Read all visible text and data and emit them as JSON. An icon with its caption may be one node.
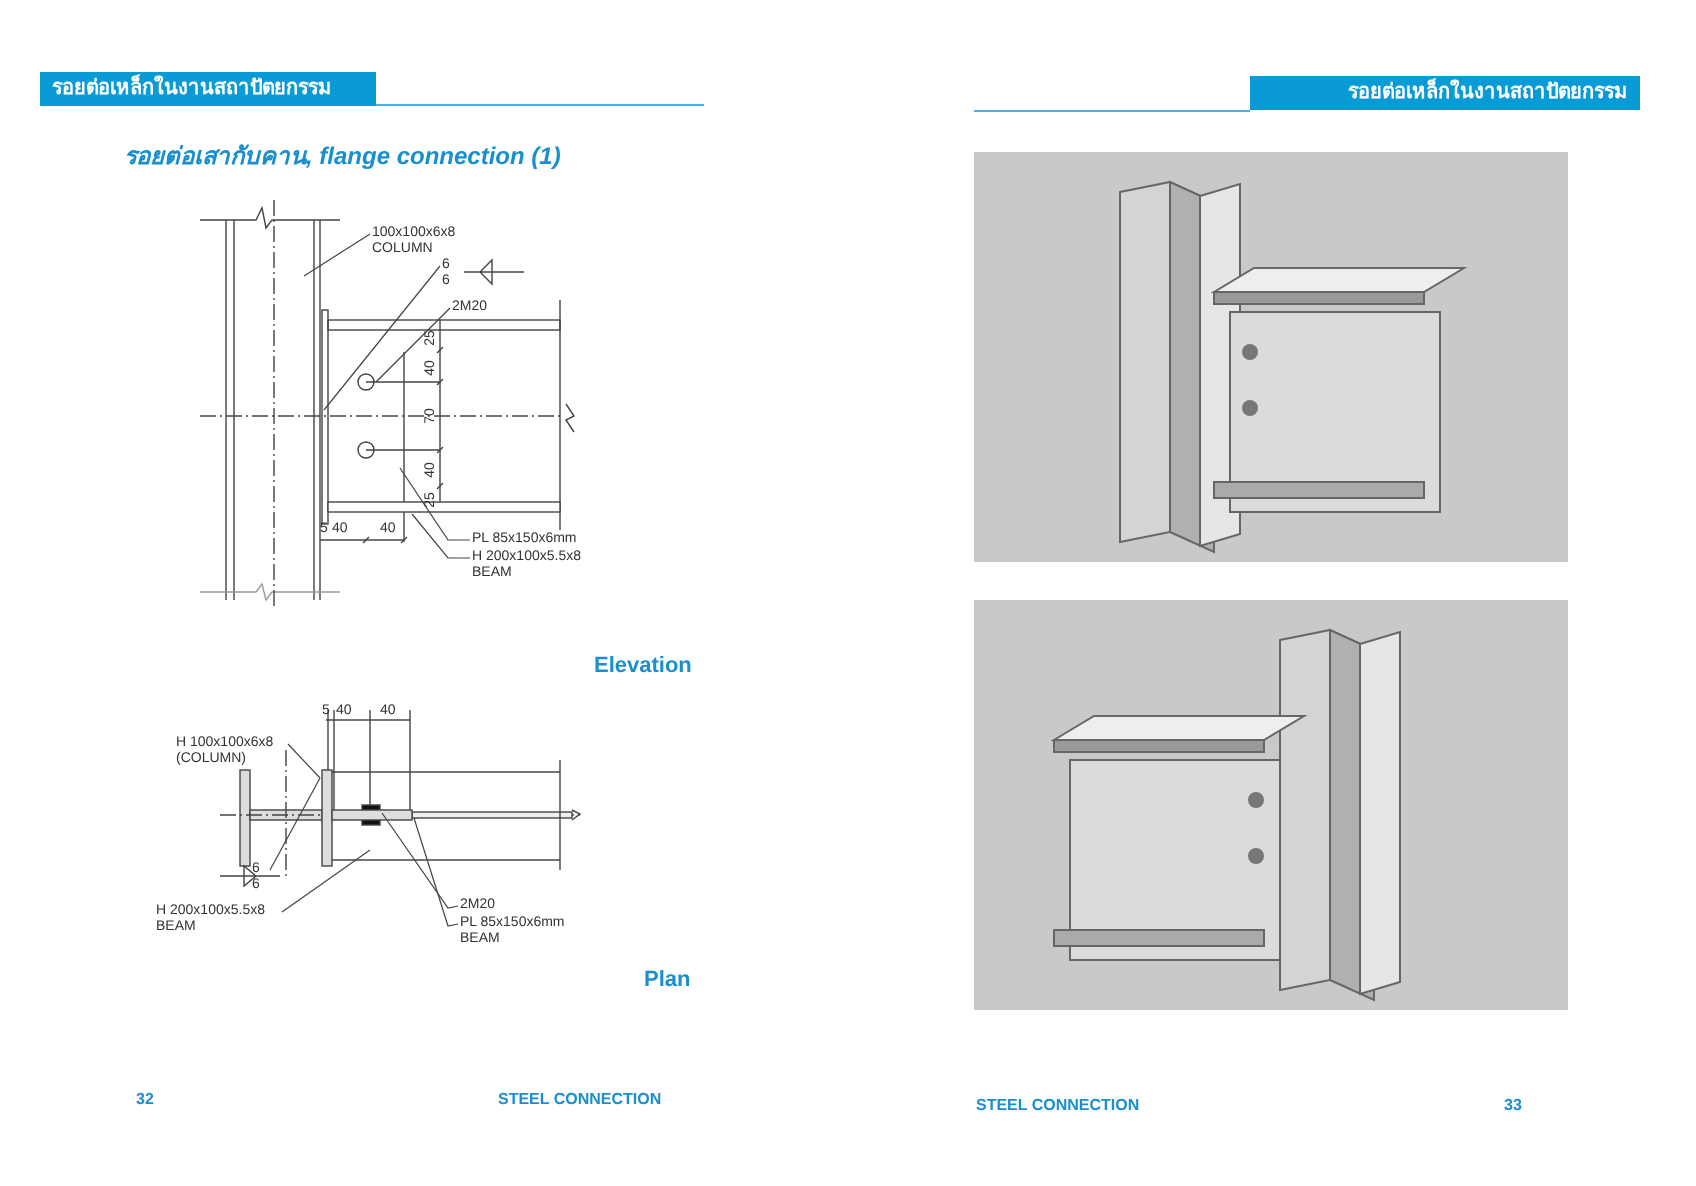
{
  "diagram": {
    "title": "รอยต่อเสากับคาน, flange connection (1)",
    "nodes": [
      {
        "text": [
          "รอยต่อเหล็กในงานสถาปัตยกรรม"
        ]
      },
      {
        "text": [
          "รอยต่อเหล็กในงานสถาปัตยกรรม"
        ]
      },
      {
        "text": [
          "100x100x6x8 COLUMN"
        ]
      },
      {
        "text": [
          "6",
          "6"
        ]
      },
      {
        "text": [
          "2M20"
        ]
      },
      {
        "text": [
          "PL 85x150x6mm"
        ]
      },
      {
        "text": [
          "H 200x100x5.5x8 BEAM"
        ]
      },
      {
        "text": [
          "H 100x100x6x8 (COLUMN)"
        ]
      },
      {
        "text": [
          "6",
          "6"
        ]
      },
      {
        "text": [
          "H 200x100x5.5x8 BEAM"
        ]
      },
      {
        "text": [
          "2M20"
        ]
      },
      {
        "text": [
          "PL 85x150x6mm BEAM"
        ]
      },
      {
        "text": [],
        "shape": "box"
      },
      {
        "text": [],
        "shape": "circle"
      },
      {
        "text": [],
        "shape": "box"
      },
      {
        "text": [],
        "shape": "box"
      },
      {
        "text": [],
        "shape": "box"
      }
    ],
    "edges": [
      {
        "from": 2,
        "to": null,
        "arrow": "none"
      },
      {
        "from": 3,
        "to": null,
        "arrow": "none"
      },
      {
        "from": 4,
        "to": 13,
        "arrow": "none"
      },
      {
        "from": 5,
        "to": null,
        "arrow": "none"
      },
      {
        "from": 6,
        "to": 16,
        "arrow": "none"
      },
      {
        "from": 7,
        "to": 12,
        "arrow": "none"
      },
      {
        "from": 8,
        "to": 12,
        "arrow": "none"
      },
      {
        "from": 9,
        "to": null,
        "arrow": "none"
      },
      {
        "from": 10,
        "to": 14,
        "arrow": "none"
      },
      {
        "from": 11,
        "to": 15,
        "arrow": "none"
      }
    ],
    "labels": [
      "25",
      "40",
      "70",
      "40",
      "25",
      "5",
      "40",
      "40",
      "Elevation",
      "5",
      "40",
      "40",
      "Plan",
      "32",
      "STEEL CONNECTION",
      "STEEL CONNECTION",
      "33"
    ]
  }
}
